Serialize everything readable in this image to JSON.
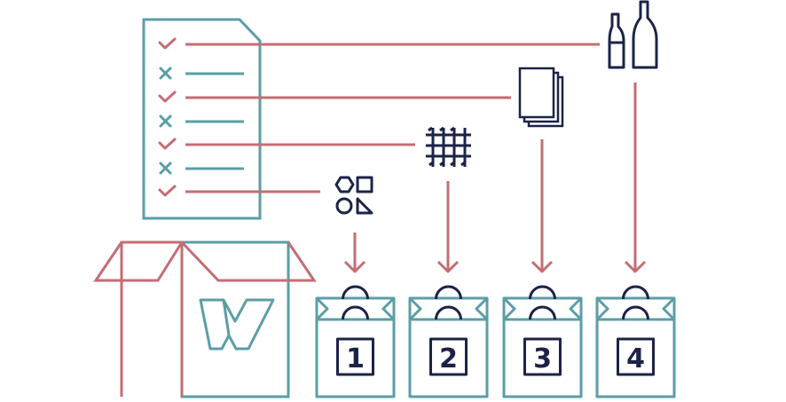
{
  "colors": {
    "teal": "#5b9ea6",
    "rose": "#c46d74",
    "navy": "#1b2347",
    "background": "#ffffff"
  },
  "checklist": {
    "icon": "document-checklist-icon",
    "rows": [
      {
        "mark": "check",
        "icon": "check-icon",
        "routes_to": "glass-bottles"
      },
      {
        "mark": "cross",
        "icon": "cross-icon"
      },
      {
        "mark": "check",
        "icon": "check-icon",
        "routes_to": "paper-stack"
      },
      {
        "mark": "cross",
        "icon": "cross-icon"
      },
      {
        "mark": "check",
        "icon": "check-icon",
        "routes_to": "mesh-textile"
      },
      {
        "mark": "cross",
        "icon": "cross-icon"
      },
      {
        "mark": "check",
        "icon": "check-icon",
        "routes_to": "shapes"
      }
    ]
  },
  "materials": [
    {
      "icon": "shapes-icon",
      "target_bag": "1"
    },
    {
      "icon": "mesh-icon",
      "target_bag": "2"
    },
    {
      "icon": "paper-stack-icon",
      "target_bag": "3"
    },
    {
      "icon": "bottles-icon",
      "target_bag": "4"
    }
  ],
  "box": {
    "icon": "open-box-icon",
    "logo": "w-logo-icon"
  },
  "bags": [
    {
      "label": "1"
    },
    {
      "label": "2"
    },
    {
      "label": "3"
    },
    {
      "label": "4"
    }
  ]
}
